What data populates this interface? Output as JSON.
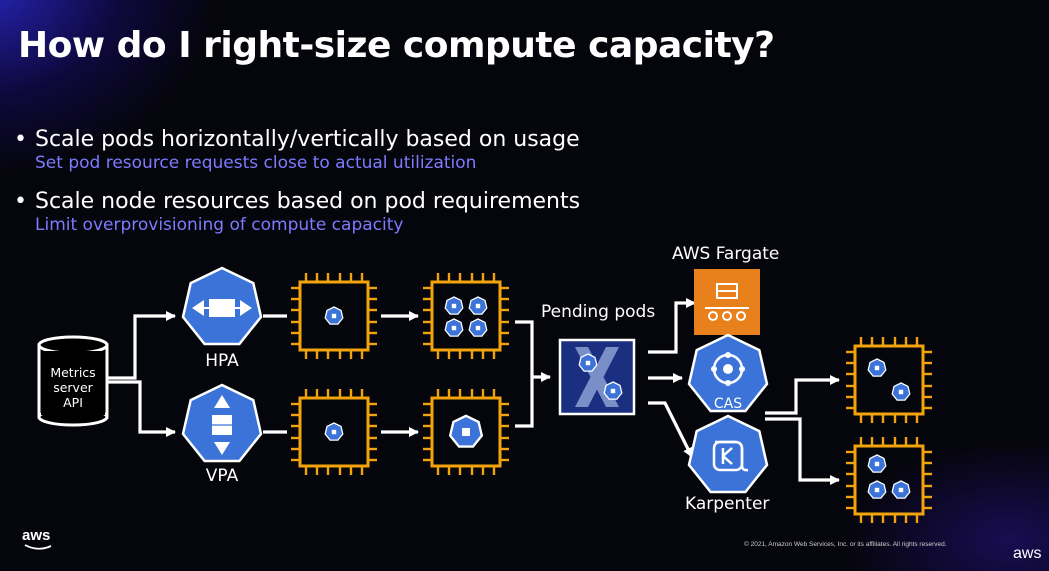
{
  "slide": {
    "title": "How do I right-size compute capacity?",
    "bullets": [
      {
        "text": "Scale pods horizontally/vertically based on usage",
        "sub": "Set pod resource requests close to actual utilization"
      },
      {
        "text": "Scale node resources based on pod requirements",
        "sub": "Limit overprovisioning of compute capacity"
      }
    ],
    "diagram": {
      "metrics_server": [
        "Metrics",
        "server",
        "API"
      ],
      "hpa_label": "HPA",
      "vpa_label": "VPA",
      "pending_pods_label": "Pending pods",
      "fargate_label": "AWS Fargate",
      "cas_label": "CAS",
      "karpenter_label": "Karpenter"
    },
    "footer": {
      "copyright": "© 2021, Amazon Web Services, Inc. or its affiliates. All rights reserved.",
      "logo_left": "aws",
      "logo_right": "aws"
    }
  },
  "colors": {
    "accent_orange": "#f2a40c",
    "kube_blue": "#3b73d9",
    "subtext_purple": "#7d7bff",
    "fargate_orange": "#e8801b"
  }
}
